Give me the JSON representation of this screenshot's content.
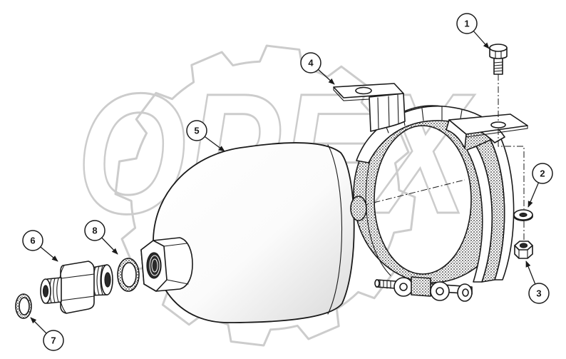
{
  "diagram": {
    "watermark": "OPEX",
    "callouts": [
      "1",
      "2",
      "3",
      "4",
      "5",
      "6",
      "7",
      "8"
    ]
  },
  "colors": {
    "ink": "#1a1a1a",
    "watermark": "#cccccc",
    "background": "#ffffff"
  }
}
